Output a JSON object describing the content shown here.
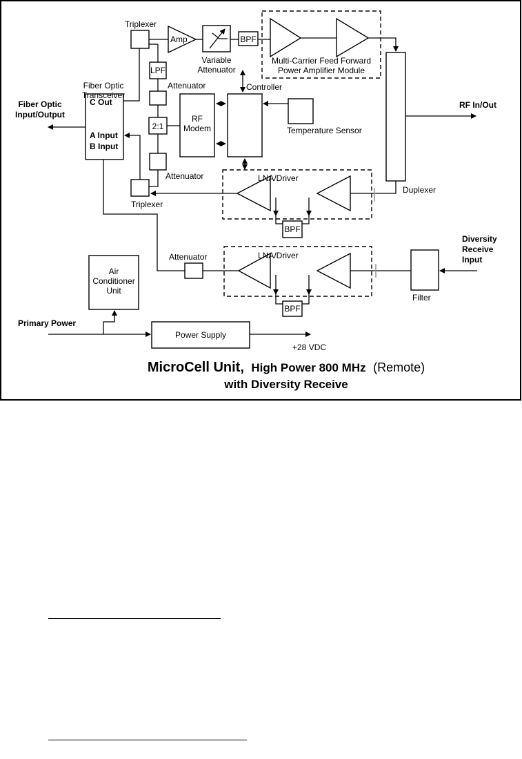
{
  "title": {
    "main": "MicroCell Unit,",
    "sub_bold": "High Power 800 MHz",
    "sub_normal": "(Remote)",
    "line2": "with Diversity Receive"
  },
  "io": {
    "fiber_io": [
      "Fiber Optic",
      "Input/Output"
    ],
    "rf_io": "RF In/Out",
    "diversity": [
      "Diversity",
      "Receive",
      "Input"
    ],
    "primary_power": "Primary Power",
    "vdc": "+28 VDC"
  },
  "blocks": {
    "transceiver": [
      "Fiber Optic",
      "Transceiver"
    ],
    "c_out": "C Out",
    "a_input": "A Input",
    "b_input": "B Input",
    "triplexer_top": "Triplexer",
    "triplexer_bottom": "Triplexer",
    "amp": "Amp",
    "variable_attenuator": [
      "Variable",
      "Attenuator"
    ],
    "bpf": "BPF",
    "pa_module": [
      "Multi-Carrier Feed Forward",
      "Power Amplifier Module"
    ],
    "lpf": "LPF",
    "attenuator_top": "Attenuator",
    "attenuator_mid": "Attenuator",
    "attenuator_low": "Attenuator",
    "splitter": "2:1",
    "rf_modem": [
      "RF",
      "Modem"
    ],
    "controller": "Controller",
    "temperature_sensor": "Temperature Sensor",
    "duplexer": "Duplexer",
    "lna_driver_1": "LNA/Driver",
    "lna_driver_2": "LNA/Driver",
    "bpf_lna_1": "BPF",
    "bpf_lna_2": "BPF",
    "filter": "Filter",
    "air_conditioner": [
      "Air",
      "Conditioner",
      "Unit"
    ],
    "power_supply": "Power Supply"
  }
}
